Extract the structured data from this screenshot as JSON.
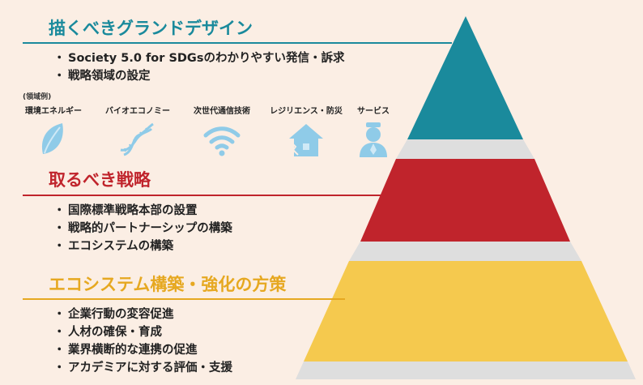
{
  "sections": [
    {
      "title": "描くべきグランドデザイン",
      "color": "#1a8a9c",
      "bullets": [
        "Society 5.0 for SDGsのわかりやすい発信・訴求",
        "戦略領域の設定"
      ]
    },
    {
      "title": "取るべき戦略",
      "color": "#c0242c",
      "bullets": [
        "国際標準戦略本部の設置",
        "戦略的パートナーシップの構築",
        "エコシステムの構築"
      ]
    },
    {
      "title": "エコシステム構築・強化の方策",
      "color": "#e6a820",
      "bullets": [
        "企業行動の変容促進",
        "人材の確保・育成",
        "業界横断的な連携の促進",
        "アカデミアに対する評価・支援"
      ]
    }
  ],
  "domains_caption": "(領域例)",
  "domains": [
    {
      "label": "環境エネルギー",
      "icon": "leaf-icon"
    },
    {
      "label": "バイオエコノミー",
      "icon": "dna-icon"
    },
    {
      "label": "次世代通信技術",
      "icon": "wifi-icon"
    },
    {
      "label": "レジリエンス・防災",
      "icon": "disaster-house-icon"
    },
    {
      "label": "サービス",
      "icon": "service-person-icon"
    }
  ],
  "colors": {
    "background": "#fbeee4",
    "tier_top": "#1a8a9c",
    "tier_middle": "#c0242c",
    "tier_bottom": "#f5c94e",
    "pyramid_band": "#dcdcdc",
    "icon_fill": "#8fcbe8",
    "icon_light": "#cfe9f6"
  }
}
